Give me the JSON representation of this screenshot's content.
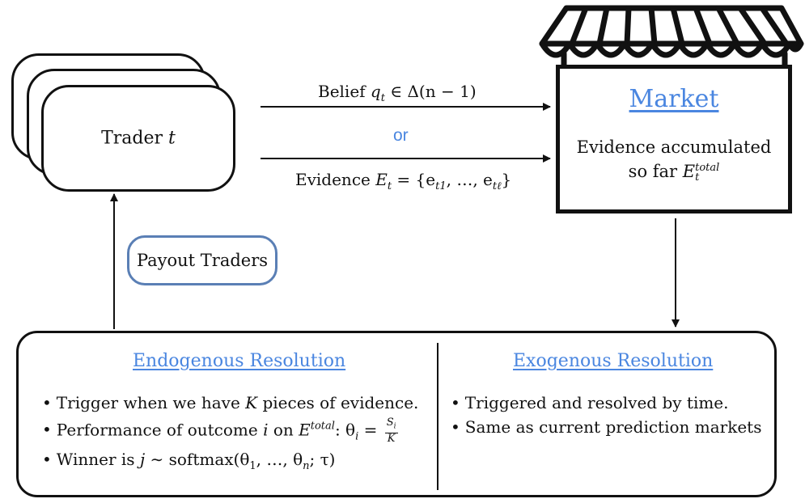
{
  "trader": {
    "label_prefix": "Trader ",
    "label_var": "t"
  },
  "arrows": {
    "belief": {
      "prefix": "Belief ",
      "var": "q",
      "sub": "t",
      "rest": " ∈ Δ(n − 1)"
    },
    "or_label": "or",
    "evidence": {
      "prefix": "Evidence ",
      "var": "E",
      "sub": "t",
      "rest": " = {e",
      "e1_sub": "t1",
      "mid": ", …, e",
      "el_sub": "tℓ",
      "end": "}"
    }
  },
  "market": {
    "title": "Market",
    "line1": "Evidence accumulated",
    "line2_prefix": "so far ",
    "line2_var": "E",
    "line2_sup": "total",
    "line2_sub": "t"
  },
  "payout": {
    "label": "Payout Traders"
  },
  "endogenous": {
    "title": "Endogenous Resolution",
    "bullet1": {
      "a": "Trigger when we have ",
      "var": "K",
      "b": " pieces of evidence."
    },
    "bullet2": {
      "a": "Performance of outcome ",
      "var": "i",
      "b": " on ",
      "E": "E",
      "E_sup": "total",
      "c": ": θ",
      "c_sub": "i",
      "d": " = ",
      "num": "S",
      "num_sub": "i",
      "den": "K"
    },
    "bullet3": {
      "a": "Winner is ",
      "var": "j",
      "b": " ∼ softmax(θ",
      "b_sub1": "1",
      "c": ", …, θ",
      "c_sub": "n",
      "d": "; τ)"
    }
  },
  "exogenous": {
    "title": "Exogenous Resolution",
    "bullets": [
      "Triggered and resolved by time.",
      "Same as current prediction markets"
    ]
  },
  "colors": {
    "accent": "#4a86e0",
    "payout_border": "#5a7fb5",
    "stroke": "#111111"
  }
}
